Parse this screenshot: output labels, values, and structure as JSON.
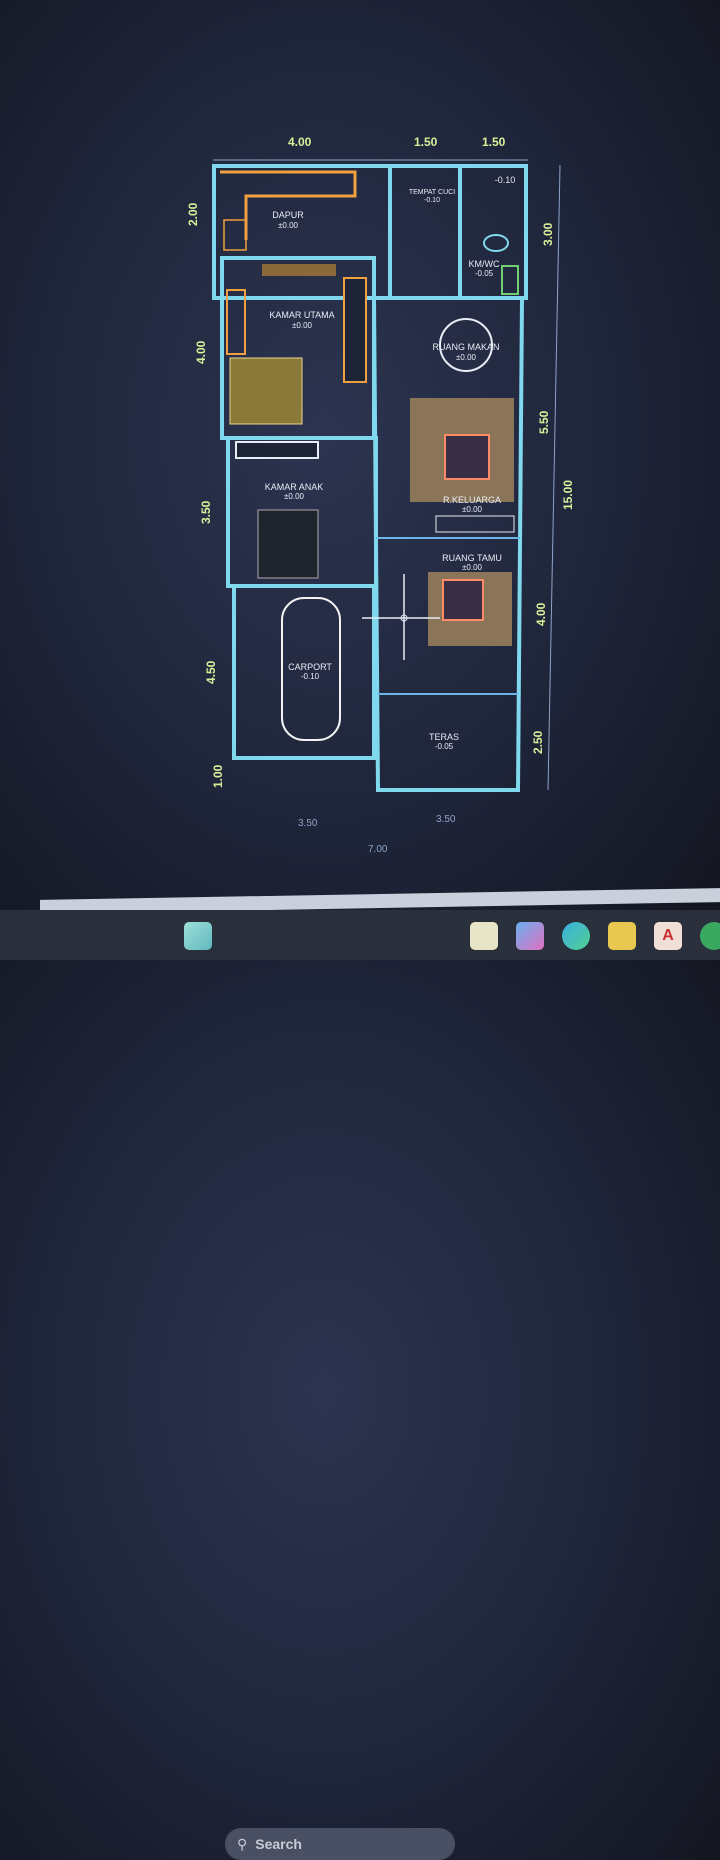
{
  "drawing": {
    "top_dims": [
      "4.00",
      "1.50",
      "1.50"
    ],
    "left_dims": [
      "2.00",
      "4.00",
      "3.50",
      "4.50",
      "1.00"
    ],
    "right_dims": [
      "3.00",
      "5.50",
      "4.00",
      "2.50"
    ],
    "overall_length": "15.00",
    "bottom_dims": [
      "3.50",
      "3.50"
    ],
    "overall_width": "7.00",
    "rooms": [
      {
        "name": "DAPUR",
        "level": "±0.00"
      },
      {
        "name": "TEMPAT CUCI",
        "level": "-0.10"
      },
      {
        "name": "",
        "level": "-0.10"
      },
      {
        "name": "KM/WC",
        "level": "-0.05"
      },
      {
        "name": "KAMAR UTAMA",
        "level": "±0.00"
      },
      {
        "name": "RUANG MAKAN",
        "level": "±0.00"
      },
      {
        "name": "KAMAR ANAK",
        "level": "±0.00"
      },
      {
        "name": "R.KELUARGA",
        "level": "±0.00"
      },
      {
        "name": "RUANG TAMU",
        "level": "±0.00"
      },
      {
        "name": "CARPORT",
        "level": "-0.10"
      },
      {
        "name": "TERAS",
        "level": "-0.05"
      }
    ],
    "colors": {
      "wall": "#7fd8ee",
      "dim": "#d8f09a",
      "kitchen": "#f0a040",
      "furniture": "#b89a6a"
    }
  },
  "taskbar": {
    "search_placeholder": "Search",
    "apps": [
      "start-icon",
      "task-view-icon",
      "copilot-icon",
      "edge-icon",
      "file-explorer-icon",
      "autocad-icon",
      "whatsapp-icon"
    ]
  }
}
